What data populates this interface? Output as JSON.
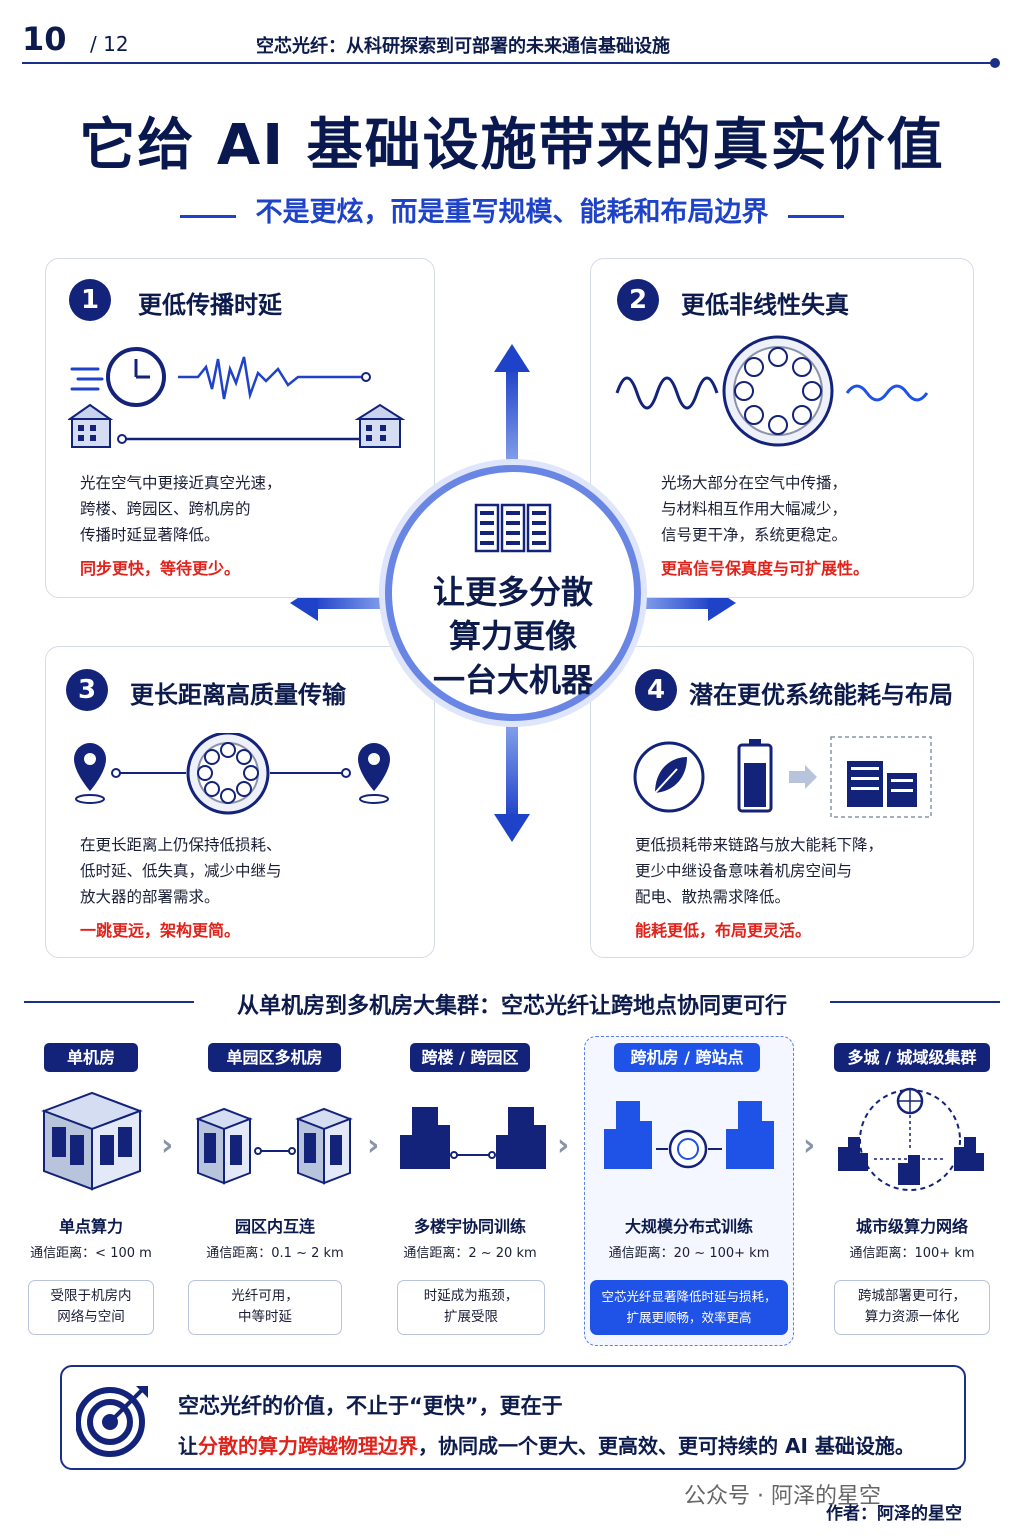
{
  "header": {
    "page_current": "10",
    "page_total": "/ 12",
    "series_title": "空芯光纤：从科研探索到可部署的未来通信基础设施"
  },
  "title": "它给 AI 基础设施带来的真实价值",
  "subtitle": "不是更炫，而是重写规模、能耗和布局边界",
  "center": {
    "line1": "让更多分散",
    "line2": "算力更像",
    "line3": "一台大机器"
  },
  "cards": [
    {
      "number": "1",
      "title": "更低传播时延",
      "body": [
        "光在空气中更接近真空光速，",
        "跨楼、跨园区、跨机房的",
        "传播时延显著降低。"
      ],
      "highlight": "同步更快，等待更少。"
    },
    {
      "number": "2",
      "title": "更低非线性失真",
      "body": [
        "光场大部分在空气中传播，",
        "与材料相互作用大幅减少，",
        "信号更干净，系统更稳定。"
      ],
      "highlight": "更高信号保真度与可扩展性。"
    },
    {
      "number": "3",
      "title": "更长距离高质量传输",
      "body": [
        "在更长距离上仍保持低损耗、",
        "低时延、低失真，减少中继与",
        "放大器的部署需求。"
      ],
      "highlight": "一跳更远，架构更简。"
    },
    {
      "number": "4",
      "title": "潜在更优系统能耗与布局",
      "body": [
        "更低损耗带来链路与放大能耗下降，",
        "更少中继设备意味着机房空间与",
        "配电、散热需求降低。"
      ],
      "highlight": "能耗更低，布局更灵活。"
    }
  ],
  "section": {
    "title": "从单机房到多机房大集群：空芯光纤让跨地点协同更可行",
    "columns": [
      {
        "tag": "单机房",
        "name": "单点算力",
        "distance": "通信距离：< 100 m",
        "note": [
          "受限于机房内",
          "网络与空间"
        ]
      },
      {
        "tag": "单园区多机房",
        "name": "园区内互连",
        "distance": "通信距离：0.1 ~ 2 km",
        "note": [
          "光纤可用，",
          "中等时延"
        ]
      },
      {
        "tag": "跨楼 / 跨园区",
        "name": "多楼宇协同训练",
        "distance": "通信距离：2 ~ 20 km",
        "note": [
          "时延成为瓶颈，",
          "扩展受限"
        ]
      },
      {
        "tag": "跨机房 / 跨站点",
        "name": "大规模分布式训练",
        "distance": "通信距离：20 ~ 100+ km",
        "note": [
          "空芯光纤显著降低时延与损耗，",
          "扩展更顺畅，效率更高"
        ]
      },
      {
        "tag": "多城 / 城域级集群",
        "name": "城市级算力网络",
        "distance": "通信距离：100+ km",
        "note": [
          "跨城部署更可行，",
          "算力资源一体化"
        ]
      }
    ]
  },
  "bottom": {
    "line1": "空芯光纤的价值，不止于“更快”，更在于",
    "line2_pre": "让",
    "line2_red": "分散的算力跨越物理边界",
    "line2_post": "，协同成一个更大、更高效、更可持续的 AI 基础设施。"
  },
  "footer": {
    "watermark": "公众号 · 阿泽的星空",
    "author": "作者：阿泽的星空"
  },
  "colors": {
    "navy": "#13237a",
    "accent_blue": "#1f52e6",
    "highlight_red": "#e0221a"
  }
}
